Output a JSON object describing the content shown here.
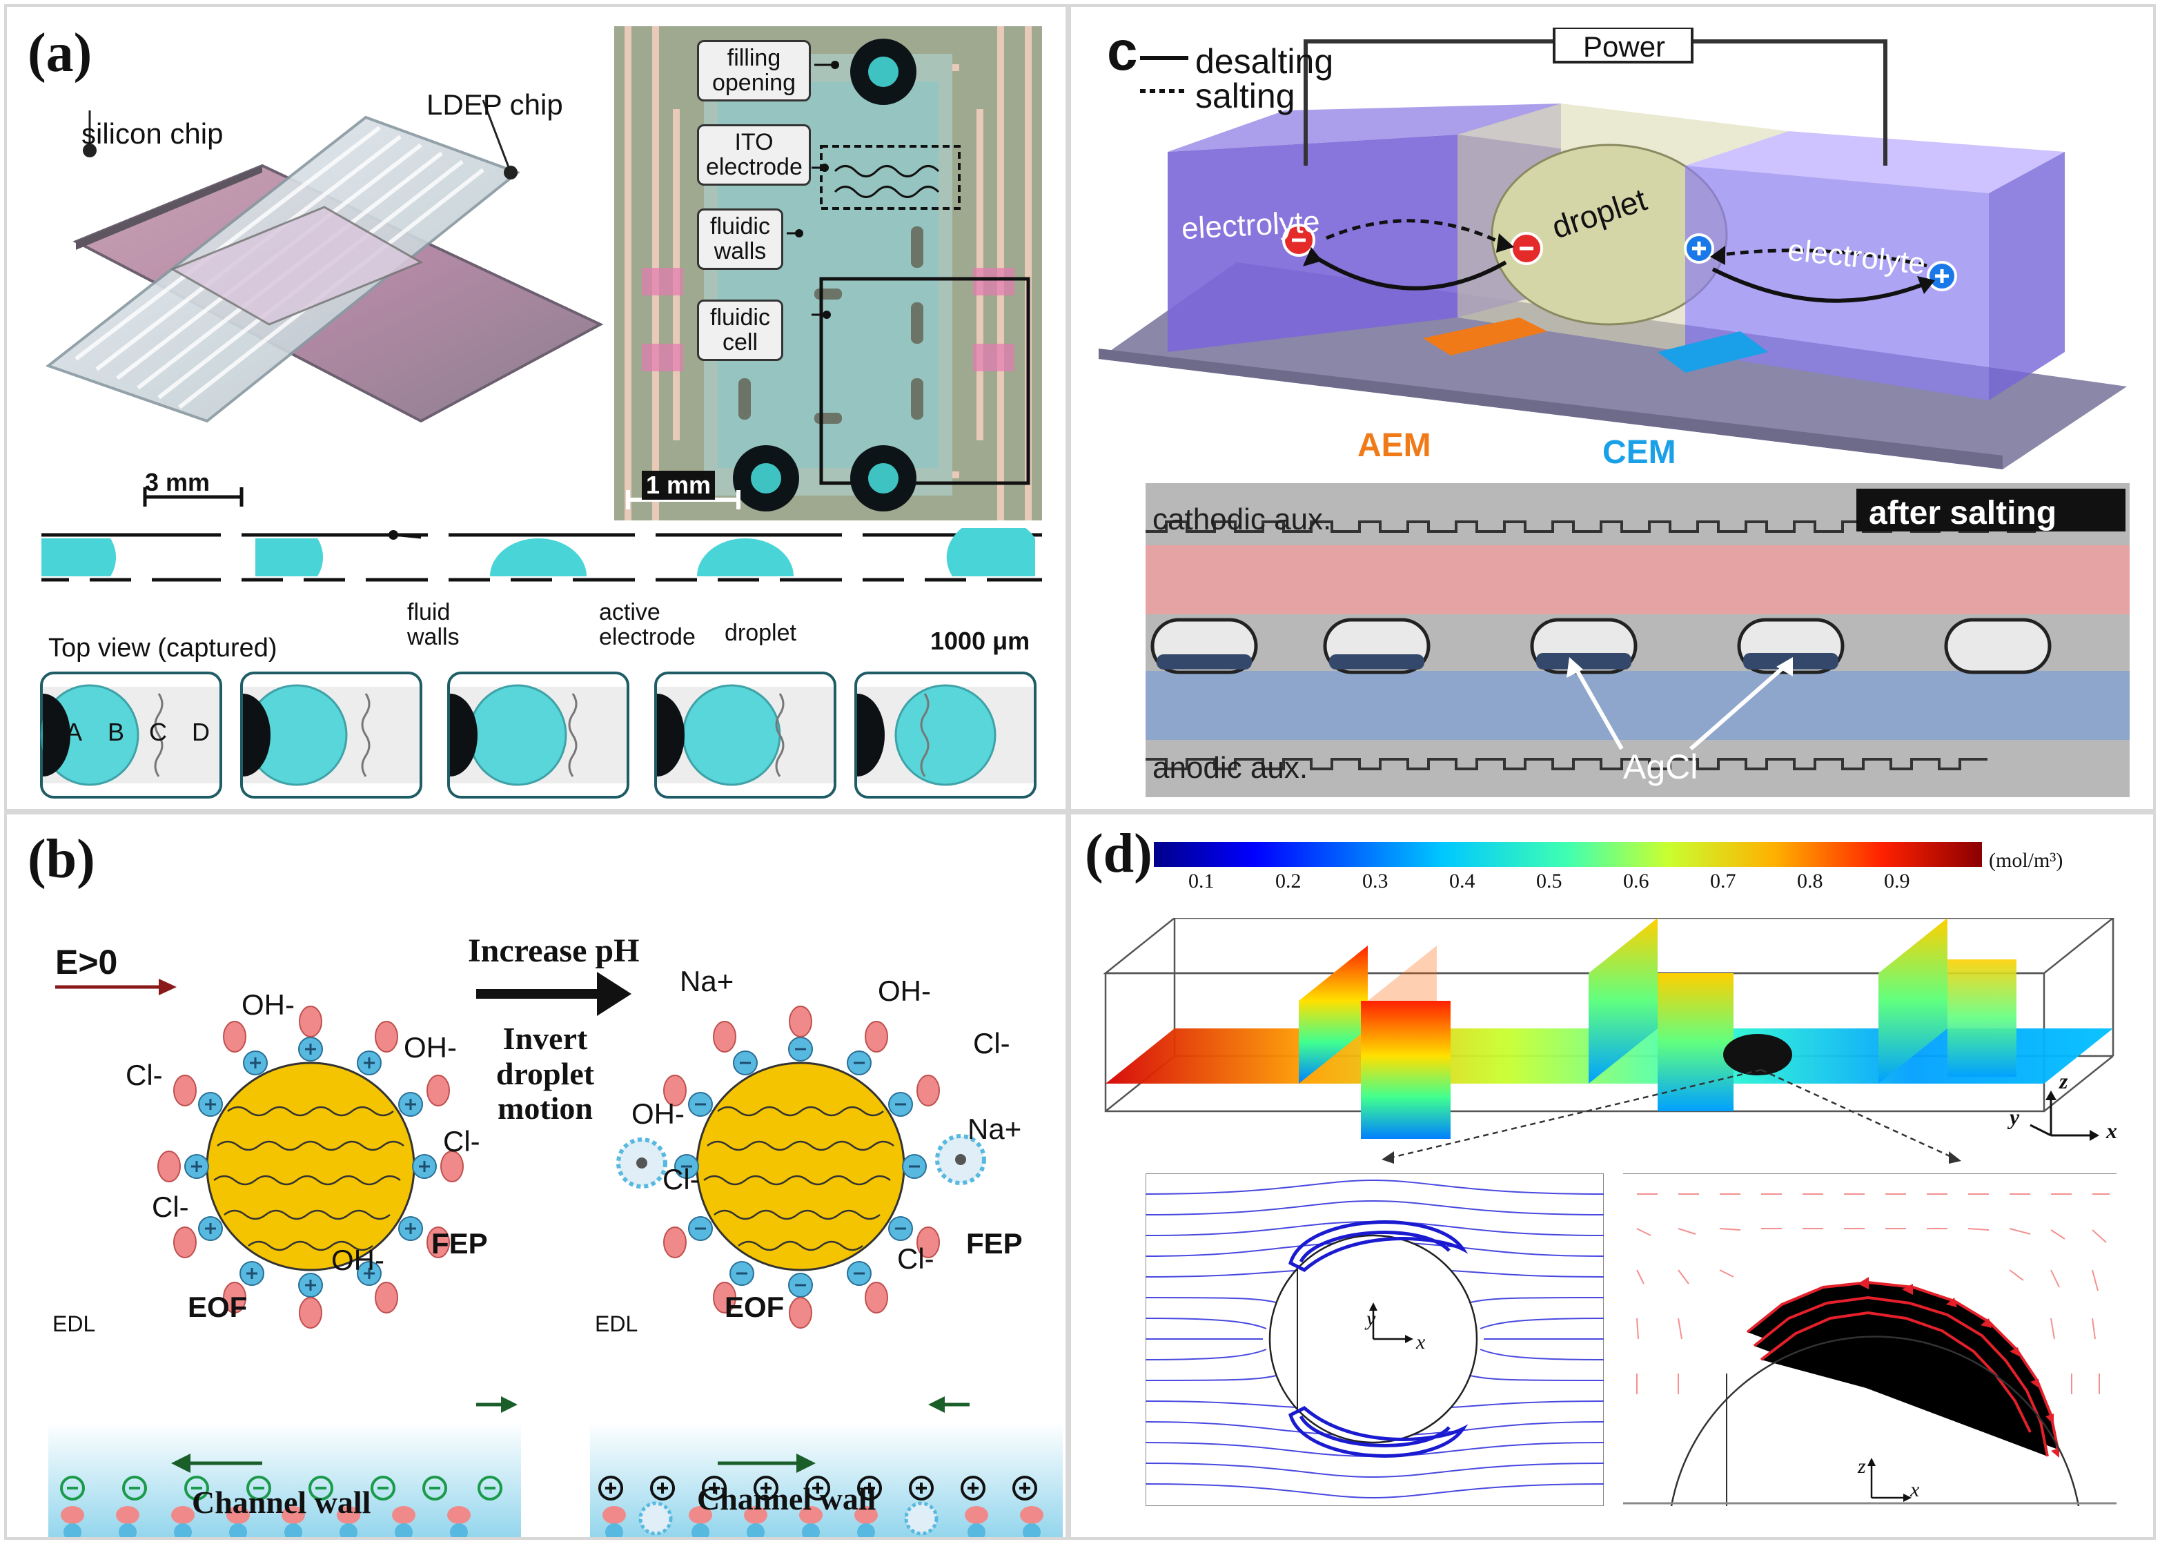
{
  "panels": {
    "a": {
      "label": "(a)",
      "silicon_chip": "silicon chip",
      "ldep_chip": "LDEP chip",
      "scale_3mm": "3 mm",
      "filling_opening": "filling opening",
      "ito_electrode": "ITO electrode",
      "fluidic_walls": "fluidic walls",
      "fluidic_cell": "fluidic cell",
      "scale_1mm": "1 mm",
      "fluid_walls": "fluid walls",
      "active_electrode": "active electrode",
      "droplet": "droplet",
      "top_view": "Top view (captured)",
      "scale_1000um": "1000 μm",
      "zones": [
        "A",
        "B",
        "C",
        "D"
      ]
    },
    "b": {
      "label": "(b)",
      "field": "E>0",
      "increase_ph": "Increase pH",
      "invert_motion": "Invert droplet motion",
      "oh": "OH-",
      "cl": "Cl-",
      "na": "Na+",
      "fep": "FEP",
      "edl": "EDL",
      "eof": "EOF",
      "channel_wall": "Channel wall"
    },
    "c": {
      "label": "c",
      "power": "Power",
      "desalting": "desalting",
      "salting": "salting",
      "electrolyte": "electrolyte",
      "droplet": "droplet",
      "aem": "AEM",
      "cem": "CEM",
      "cathodic": "cathodic aux.",
      "after_salting": "after salting",
      "anodic": "anodic aux.",
      "agcl": "AgCl"
    },
    "d": {
      "label": "(d)",
      "colorbar_ticks": [
        "0.1",
        "0.2",
        "0.3",
        "0.4",
        "0.5",
        "0.6",
        "0.7",
        "0.8",
        "0.9"
      ],
      "colorbar_unit": "(mol/m³)",
      "axis_x": "x",
      "axis_y": "y",
      "axis_z": "z"
    }
  },
  "colors": {
    "cyan_droplet": "#49d4d8",
    "yellow_droplet": "#f5c400",
    "purple_electrolyte": "#7b67d8",
    "aem_orange": "#f07a18",
    "cem_blue": "#1aa0e8",
    "streamline_blue": "#2323d0",
    "vector_red": "#e4202a"
  }
}
